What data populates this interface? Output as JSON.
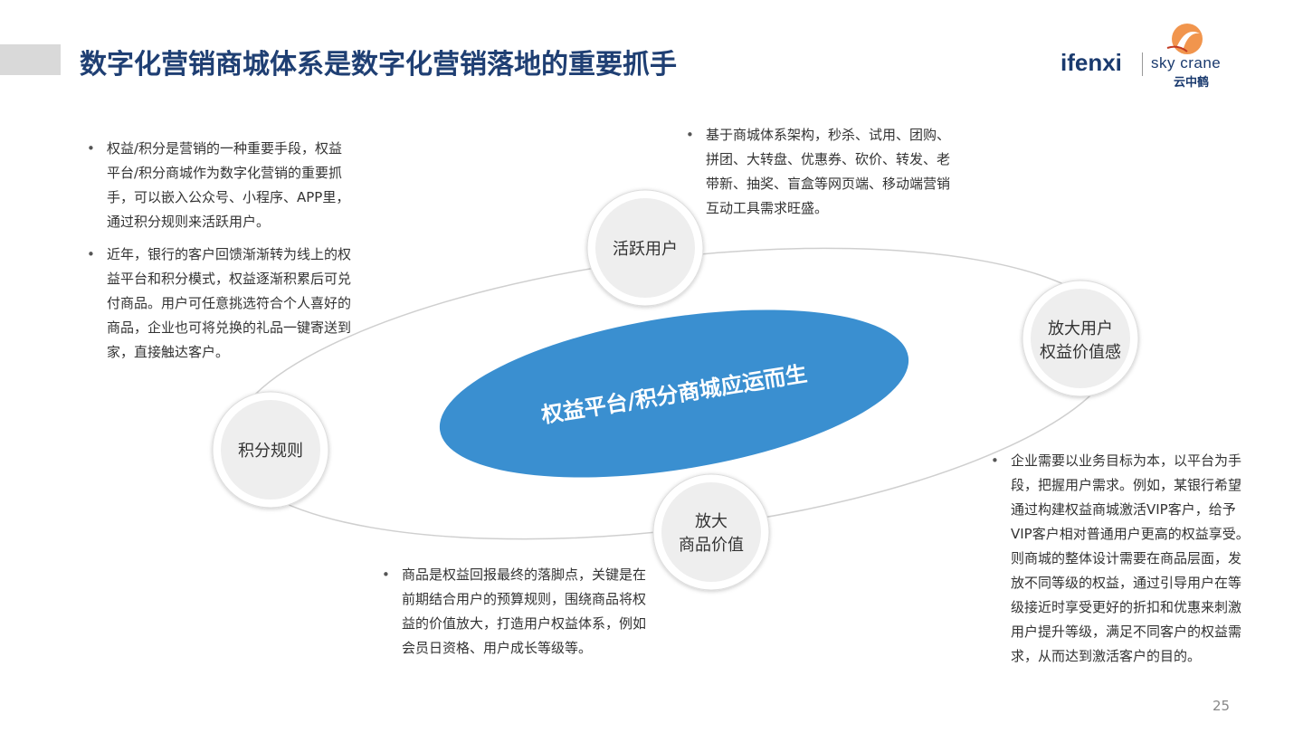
{
  "title": "数字化营销商城体系是数字化营销落地的重要抓手",
  "logo": {
    "ifenxi": "ifenxi",
    "skycrane": "sky crane",
    "cn": "云中鹤"
  },
  "diagram": {
    "center": "权益平台/积分商城应运而生",
    "nodes": {
      "active": [
        "活跃用户"
      ],
      "amplify_rights": [
        "放大用户",
        "权益价值感"
      ],
      "amplify_goods": [
        "放大",
        "商品价值"
      ],
      "points_rules": [
        "积分规则"
      ]
    }
  },
  "bullets_left": [
    "权益/积分是营销的一种重要手段，权益平台/积分商城作为数字化营销的重要抓手，可以嵌入公众号、小程序、APP里，通过积分规则来活跃用户。",
    "近年，银行的客户回馈渐渐转为线上的权益平台和积分模式，权益逐渐积累后可兑付商品。用户可任意挑选符合个人喜好的商品，企业也可将兑换的礼品一键寄送到家，直接触达客户。"
  ],
  "bullets_top": [
    "基于商城体系架构，秒杀、试用、团购、拼团、大转盘、优惠券、砍价、转发、老带新、抽奖、盲盒等网页端、移动端营销互动工具需求旺盛。"
  ],
  "bullets_right": [
    "企业需要以业务目标为本，以平台为手段，把握用户需求。例如，某银行希望通过构建权益商城激活VIP客户，给予VIP客户相对普通用户更高的权益享受。则商城的整体设计需要在商品层面，发放不同等级的权益，通过引导用户在等级接近时享受更好的折扣和优惠来刺激用户提升等级，满足不同客户的权益需求，从而达到激活客户的目的。"
  ],
  "bullets_bottom": [
    "商品是权益回报最终的落脚点，关键是在前期结合用户的预算规则，围绕商品将权益的价值放大，打造用户权益体系，例如会员日资格、用户成长等级等。"
  ],
  "page_number": "25",
  "colors": {
    "title": "#1f3f73",
    "center_fill": "#3a8fd0",
    "node_fill": "#eeeeee"
  }
}
